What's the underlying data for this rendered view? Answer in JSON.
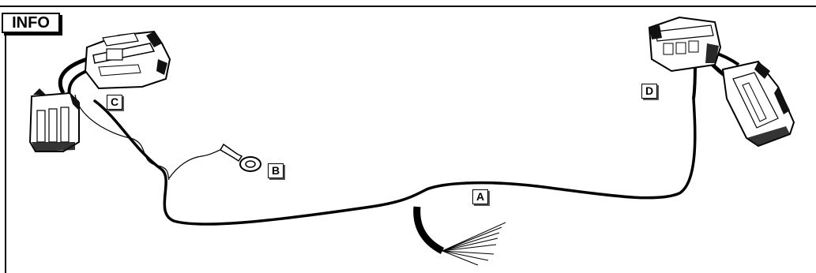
{
  "info_tag": "INFO",
  "labels": {
    "a": "A",
    "b": "B",
    "c": "C",
    "d": "D"
  }
}
